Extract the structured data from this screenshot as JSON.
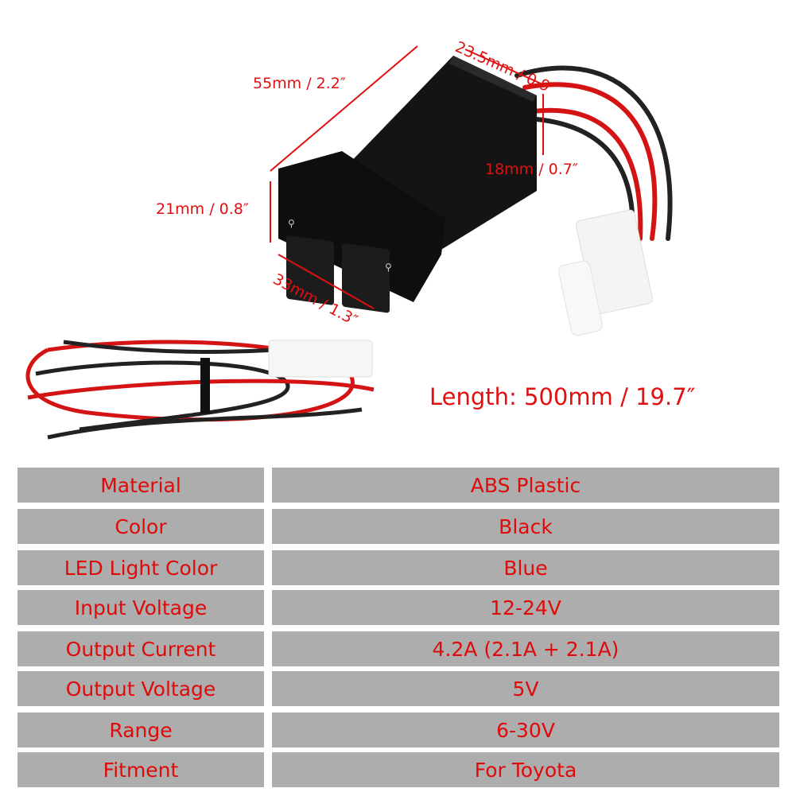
{
  "dimensions": {
    "length": "55mm / 2.2″",
    "depth": "23.5mm / 0.9″",
    "side_height": "18mm / 0.7″",
    "front_height": "21mm / 0.8″",
    "front_width": "33mm / 1.3″",
    "cable_length": "Length: 500mm / 19.7″"
  },
  "colors": {
    "accent": "#e01010",
    "table_bg": "#adadad"
  },
  "specs": [
    {
      "label": "Material",
      "value": "ABS Plastic"
    },
    {
      "label": "Color",
      "value": "Black"
    },
    {
      "label": "LED Light Color",
      "value": "Blue"
    },
    {
      "label": "Input Voltage",
      "value": "12-24V"
    },
    {
      "label": "Output Current",
      "value": "4.2A (2.1A + 2.1A)"
    },
    {
      "label": "Output Voltage",
      "value": "5V"
    },
    {
      "label": "Range",
      "value": "6-30V"
    },
    {
      "label": "Fitment",
      "value": "For Toyota"
    }
  ]
}
